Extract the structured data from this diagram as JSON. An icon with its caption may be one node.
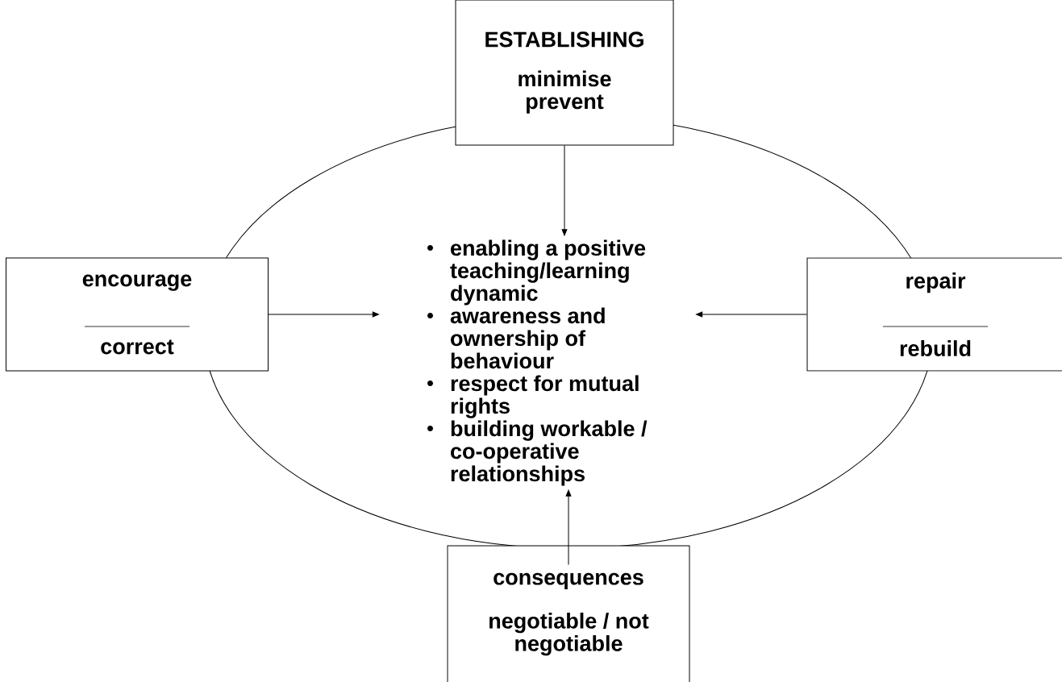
{
  "diagram": {
    "nodes": [
      {
        "text": [
          "ESTABLISHING",
          "minimise prevent"
        ]
      },
      {
        "text": [
          "encourage",
          "correct"
        ]
      },
      {
        "text": [
          "enabling a positive teaching/learning dynamic",
          "awareness and ownership of behaviour",
          "respect for mutual rights",
          "building workable / co-operative relationships"
        ]
      },
      {
        "text": [
          "repair",
          "rebuild"
        ]
      },
      {
        "text": [
          "consequences",
          "negotiable / not negotiable"
        ]
      }
    ],
    "edges": [
      {
        "from": 0,
        "to": 2,
        "arrow": "to"
      },
      {
        "from": 1,
        "to": 2,
        "arrow": "to"
      },
      {
        "from": 3,
        "to": 2,
        "arrow": "to"
      },
      {
        "from": 4,
        "to": 2,
        "arrow": "to"
      }
    ]
  }
}
